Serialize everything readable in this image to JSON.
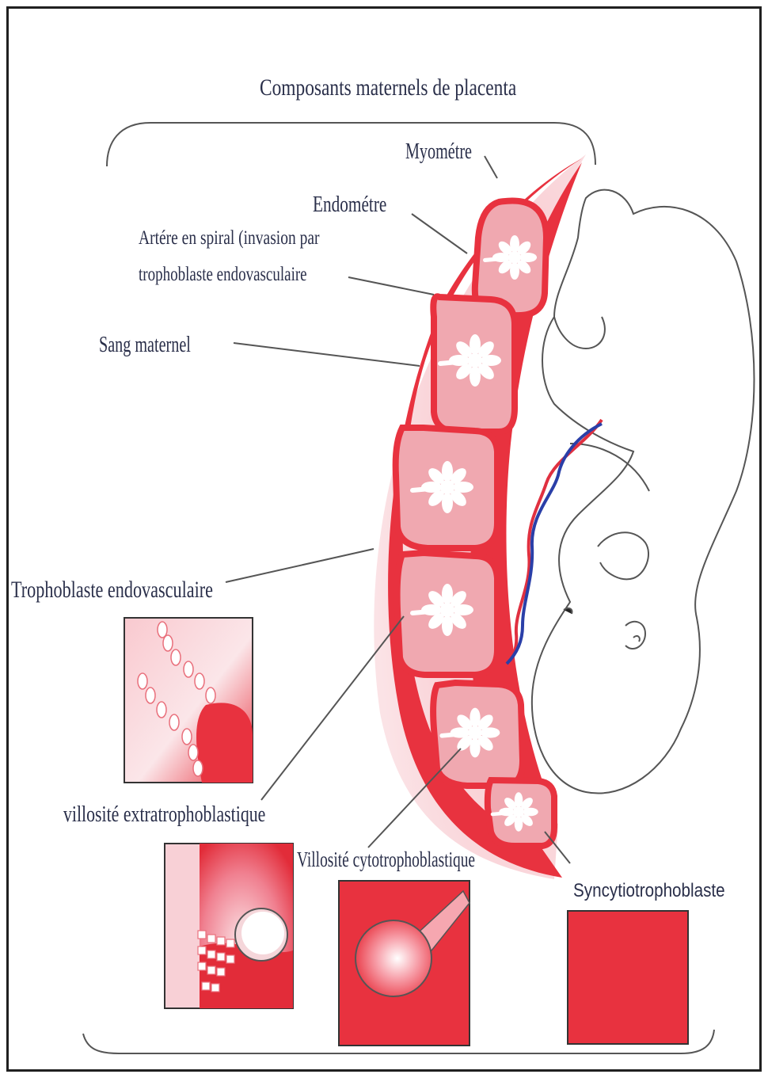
{
  "title": "Composants maternels de placenta",
  "labels": {
    "myometre": "Myométre",
    "endometre": "Endométre",
    "artere_line1": "Artére en spiral (invasion par",
    "artere_line2": "trophoblaste endovasculaire",
    "sang_maternel": "Sang maternel",
    "trophoblaste_endovasculaire": "Trophoblaste endovasculaire",
    "villosite_extra": "villosité extratrophoblastique",
    "villosite_cyto": "Villosité cytotrophoblastique",
    "syncytiotrophoblaste": "Syncytiotrophoblaste"
  },
  "colors": {
    "myometrium": "#f8d0d6",
    "blood": "#e8323f",
    "lobule_fill": "#f0a8b0",
    "villi": "#ffffff",
    "artery_blue": "#2a3fa8",
    "artery_red": "#e03040",
    "outline": "#555555"
  }
}
